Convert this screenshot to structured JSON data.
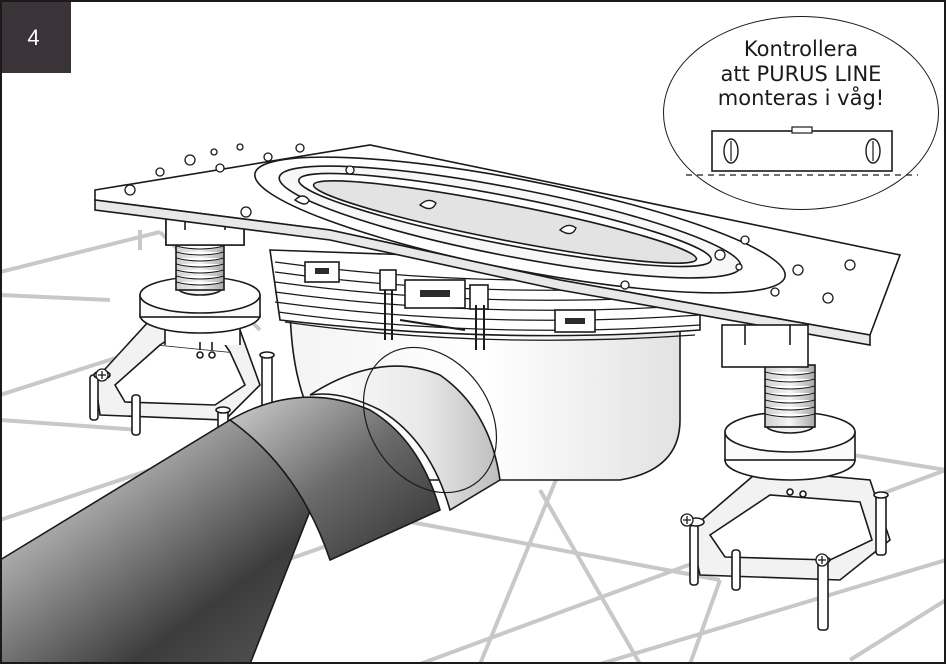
{
  "step": {
    "number": "4"
  },
  "callout": {
    "lines": [
      "Kontrollera",
      "att PURUS LINE",
      "monteras i våg!"
    ]
  },
  "colors": {
    "badge": "#3a3337",
    "tile_grid": "#c8c8c8",
    "outline": "#1a1a1a",
    "pipe_dark": "#4a4a4a",
    "pipe_light": "#d9d9d9"
  },
  "icons": {
    "level": "spirit-level-icon",
    "screw": "screw-icon"
  }
}
